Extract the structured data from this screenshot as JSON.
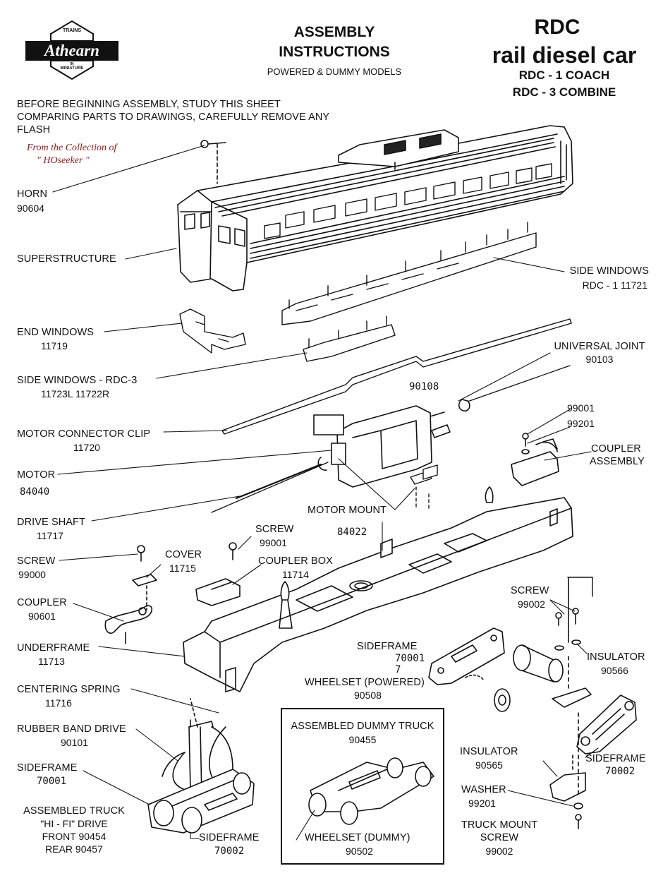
{
  "logo": {
    "top": "TRAINS",
    "brand": "Athearn",
    "bottom_1": "IN",
    "bottom_2": "MINIATURE"
  },
  "header": {
    "assembly_1": "ASSEMBLY",
    "assembly_2": "INSTRUCTIONS",
    "subtitle": "POWERED & DUMMY MODELS",
    "rdc": "RDC",
    "rdc_sub": "rail diesel car",
    "model_1": "RDC - 1 COACH",
    "model_2": "RDC - 3 COMBINE"
  },
  "intro": [
    "BEFORE BEGINNING ASSEMBLY, STUDY THIS SHEET",
    "COMPARING PARTS TO DRAWINGS, CAREFULLY REMOVE ANY",
    "FLASH"
  ],
  "collection": {
    "line_1": "From the Collection of",
    "line_2": "\" HOseeker \""
  },
  "parts": {
    "horn": {
      "name": "HORN",
      "num": "90604"
    },
    "superstructure": {
      "name": "SUPERSTRUCTURE"
    },
    "side_windows_1": {
      "name": "SIDE WINDOWS",
      "num": "RDC - 1  11721"
    },
    "end_windows": {
      "name": "END WINDOWS",
      "num": "11719"
    },
    "universal_joint": {
      "name": "UNIVERSAL JOINT",
      "num": "90103"
    },
    "side_windows_3": {
      "name": "SIDE WINDOWS - RDC-3",
      "num": "11723L  11722R"
    },
    "u_joint_part": {
      "num": "90108"
    },
    "screw_99001_top": {
      "num": "99001"
    },
    "screw_99201_top": {
      "num": "99201"
    },
    "motor_clip": {
      "name": "MOTOR CONNECTOR CLIP",
      "num": "11720"
    },
    "coupler_assembly": {
      "name_1": "COUPLER",
      "name_2": "ASSEMBLY"
    },
    "motor": {
      "name": "MOTOR",
      "num": "84040"
    },
    "motor_mount": {
      "name": "MOTOR MOUNT",
      "num": "84022"
    },
    "drive_shaft": {
      "name": "DRIVE SHAFT",
      "num": "11717"
    },
    "screw_mid": {
      "name": "SCREW",
      "num": "99001"
    },
    "screw_left": {
      "name": "SCREW",
      "num": "99000"
    },
    "cover": {
      "name": "COVER",
      "num": "11715"
    },
    "coupler_box": {
      "name": "COUPLER BOX",
      "num": "11714"
    },
    "screw_right": {
      "name": "SCREW",
      "num": "99002"
    },
    "coupler": {
      "name": "COUPLER",
      "num": "90601"
    },
    "underframe": {
      "name": "UNDERFRAME",
      "num": "11713"
    },
    "sideframe_mid": {
      "name": "SIDEFRAME",
      "num": "70001",
      "extra": "7"
    },
    "insulator_right": {
      "name": "INSULATOR",
      "num": "90566"
    },
    "centering_spring": {
      "name": "CENTERING SPRING",
      "num": "11716"
    },
    "wheelset_powered": {
      "name": "WHEELSET (POWERED)",
      "num": "90508"
    },
    "rubber_band": {
      "name": "RUBBER BAND DRIVE",
      "num": "90101"
    },
    "dummy_truck": {
      "name": "ASSEMBLED DUMMY TRUCK",
      "num": "90455"
    },
    "sideframe_left": {
      "name": "SIDEFRAME",
      "num": "70001"
    },
    "insulator_low": {
      "name": "INSULATOR",
      "num": "90565"
    },
    "sideframe_right": {
      "name": "SIDEFRAME",
      "num": "70002"
    },
    "washer": {
      "name": "WASHER",
      "num": "99201"
    },
    "assembled_truck": {
      "name": "ASSEMBLED TRUCK",
      "drive": "\"HI - FI\" DRIVE",
      "front": "FRONT 90454",
      "rear": "REAR 90457"
    },
    "sideframe_bottom": {
      "name": "SIDEFRAME",
      "num": "70002"
    },
    "wheelset_dummy": {
      "name": "WHEELSET (DUMMY)",
      "num": "90502"
    },
    "truck_mount": {
      "name_1": "TRUCK MOUNT",
      "name_2": "SCREW",
      "num": "99002"
    }
  }
}
